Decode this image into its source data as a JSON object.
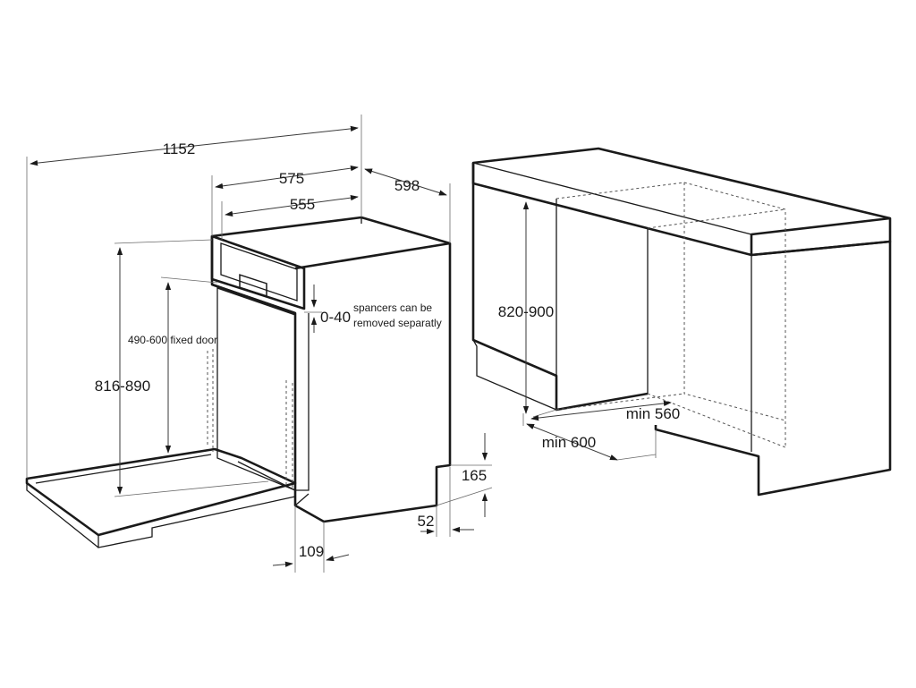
{
  "dimensions": {
    "total_depth_open": "1152",
    "depth_575": "575",
    "depth_555": "555",
    "width": "598",
    "height_range": "816-890",
    "fixed_door": "490-600 fixed door",
    "spacer": "0-40",
    "spacer_note_line1": "spancers can be",
    "spacer_note_line2": "removed separatly",
    "plinth_height": "165",
    "plinth_depth": "52",
    "door_offset": "109",
    "niche_height": "820-900",
    "niche_width": "min 560",
    "niche_depth": "min 600"
  }
}
